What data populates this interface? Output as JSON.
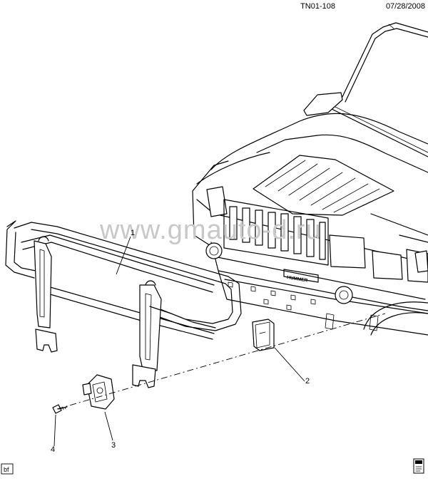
{
  "header": {
    "figure_id": "TN01-108",
    "date": "07/28/2008"
  },
  "watermark": "www.gmauto-d.ru",
  "grille_badge": "HUMMER",
  "callouts": [
    {
      "number": "1",
      "part": "brush-guard"
    },
    {
      "number": "2",
      "part": "bracket"
    },
    {
      "number": "3",
      "part": "clamp"
    },
    {
      "number": "4",
      "part": "bolt"
    }
  ],
  "footer": {
    "tag": "bf"
  },
  "colors": {
    "line": "#000000",
    "watermark": "#c8c8c8",
    "background": "#ffffff"
  }
}
